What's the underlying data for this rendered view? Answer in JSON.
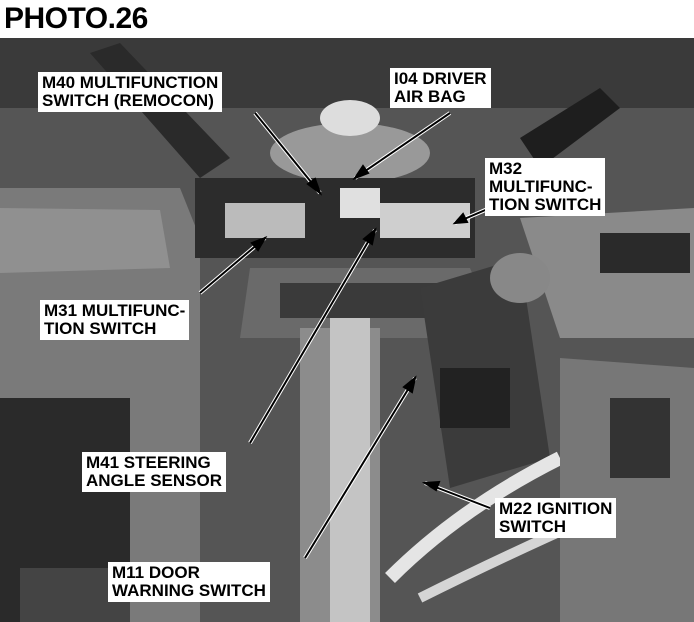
{
  "figure": {
    "title": "PHOTO.26"
  },
  "callouts": [
    {
      "id": "m40",
      "line1": "M40 MULTIFUNCTION",
      "line2": "SWITCH (REMOCON)"
    },
    {
      "id": "i04",
      "line1": "I04 DRIVER",
      "line2": "AIR BAG"
    },
    {
      "id": "m32",
      "line1": "M32",
      "line2": "MULTIFUNC-",
      "line3": "TION SWITCH"
    },
    {
      "id": "m31",
      "line1": "M31 MULTIFUNC-",
      "line2": "TION SWITCH"
    },
    {
      "id": "m41",
      "line1": "M41 STEERING",
      "line2": "ANGLE SENSOR"
    },
    {
      "id": "m22",
      "line1": "M22 IGNITION",
      "line2": "SWITCH"
    },
    {
      "id": "m11",
      "line1": "M11 DOOR",
      "line2": "WARNING SWITCH"
    }
  ],
  "colors": {
    "photo_dark": "#1a1a1a",
    "photo_mid": "#6e6e6e",
    "photo_light": "#c8c8c8"
  }
}
